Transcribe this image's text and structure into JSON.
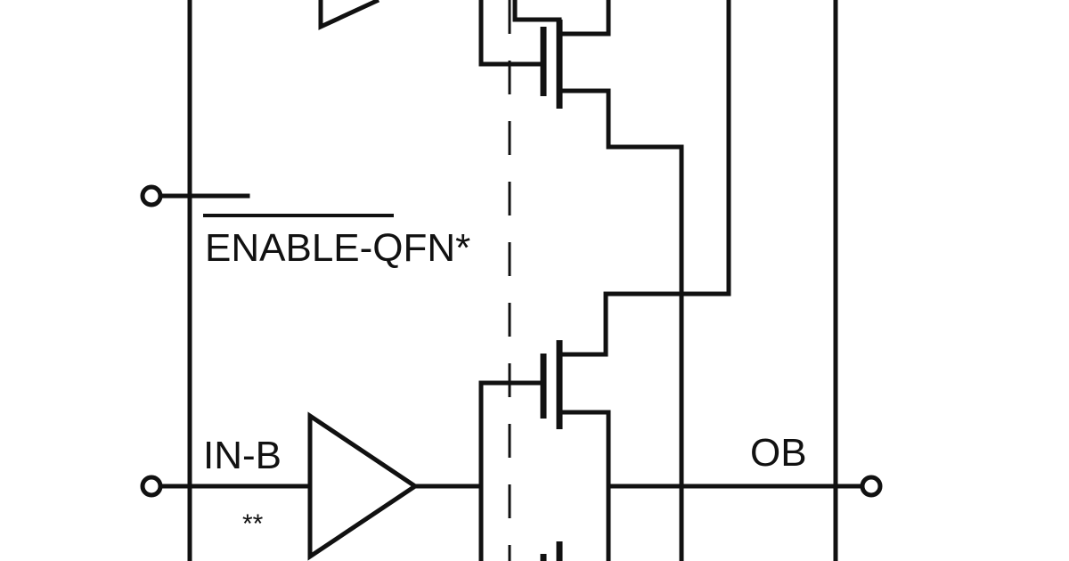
{
  "labels": {
    "enable": "ENABLE-QFN*",
    "input_b": "IN-B",
    "input_b_note": "**",
    "output_b": "OB"
  },
  "colors": {
    "ink": "#111111",
    "background": "#ffffff"
  }
}
